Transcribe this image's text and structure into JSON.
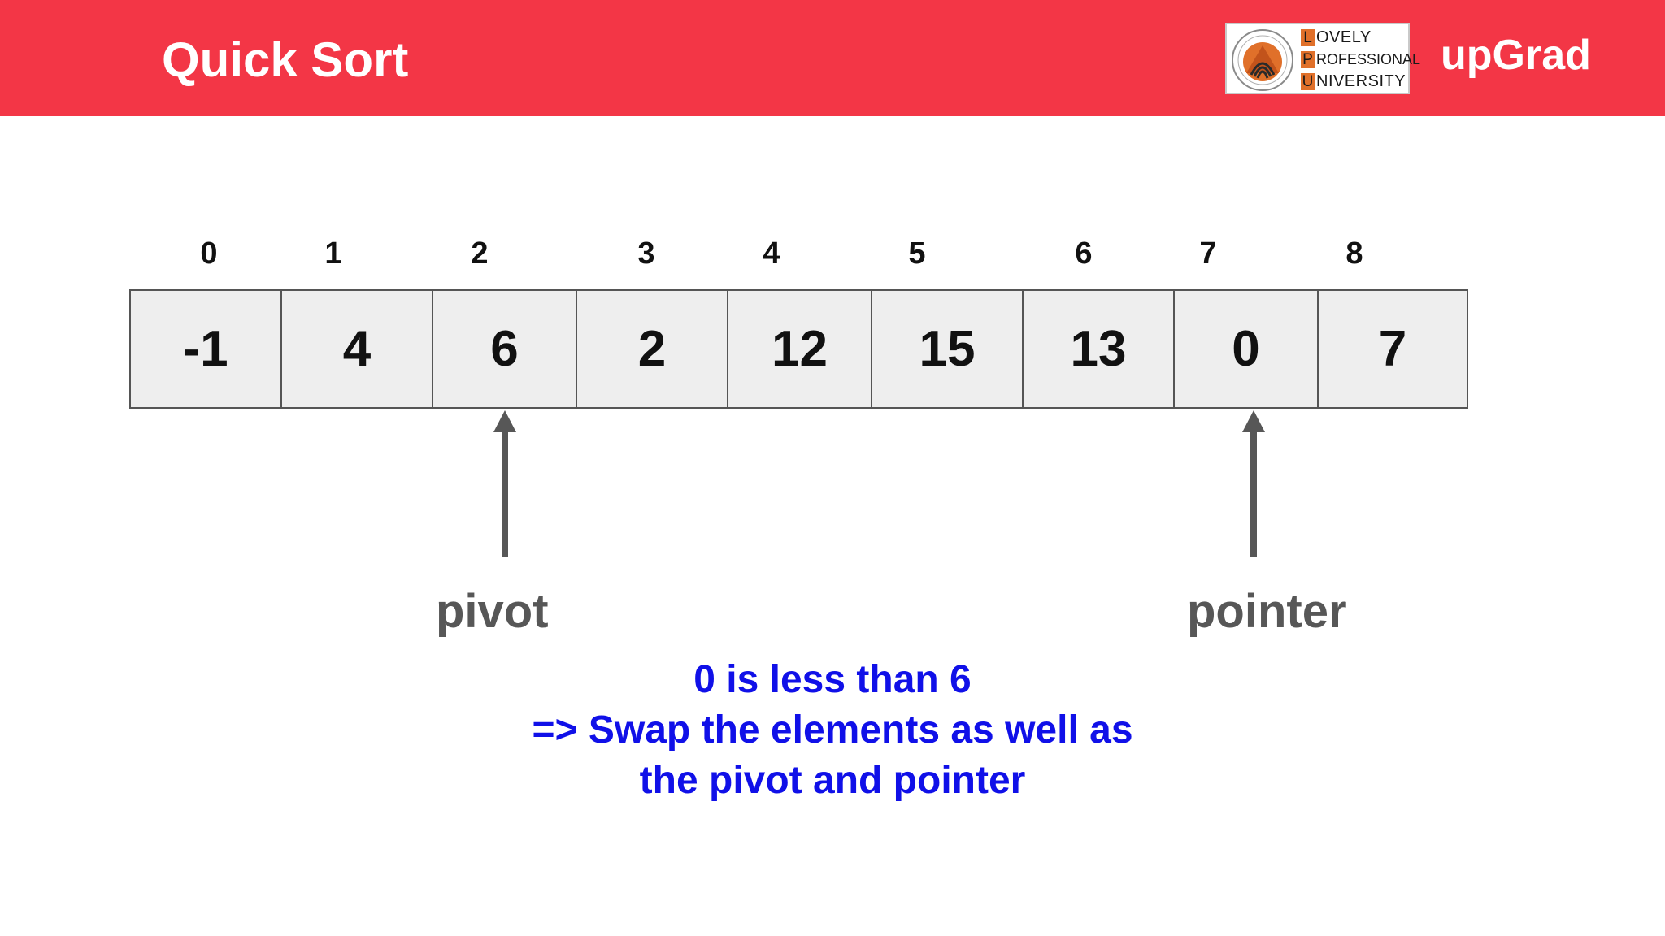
{
  "header": {
    "title": "Quick Sort",
    "lpu_logo": {
      "lines": [
        {
          "initial": "L",
          "rest": "OVELY"
        },
        {
          "initial": "P",
          "rest": "ROFESSIONAL"
        },
        {
          "initial": "U",
          "rest": "NIVERSITY"
        }
      ]
    },
    "brand": "upGrad",
    "color": "#f33646"
  },
  "array": {
    "indices": [
      "0",
      "1",
      "2",
      "3",
      "4",
      "5",
      "6",
      "7",
      "8"
    ],
    "values": [
      "-1",
      "4",
      "6",
      "2",
      "12",
      "15",
      "13",
      "0",
      "7"
    ]
  },
  "pointers": {
    "pivot": {
      "label": "pivot",
      "index": 2
    },
    "pointer": {
      "label": "pointer",
      "index": 7
    }
  },
  "explanation": {
    "lines": [
      "0 is less than 6",
      "=> Swap the elements as well as",
      "the pivot and pointer"
    ],
    "color": "#1010e8"
  }
}
